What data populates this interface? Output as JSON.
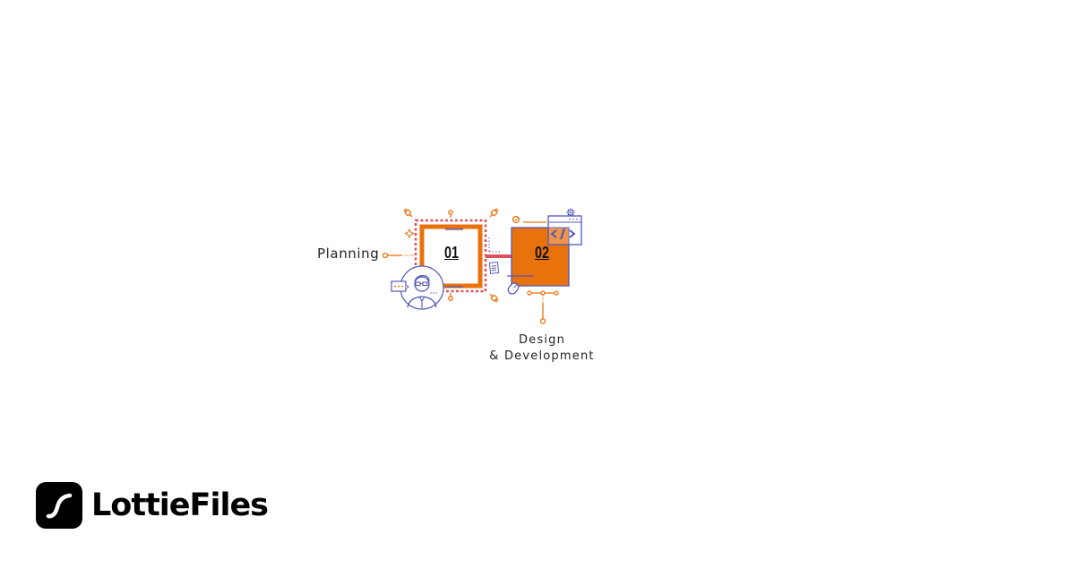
{
  "illustration": {
    "steps": [
      {
        "number": "01",
        "label": "Planning"
      },
      {
        "number": "02",
        "label_line1": "Design",
        "label_line2": "& Development"
      }
    ],
    "colors": {
      "orange": "#E8720C",
      "red_dashed": "#E0525A",
      "indigo": "#5257B8",
      "text": "#222222"
    }
  },
  "brand": {
    "name": "LottieFiles",
    "logo_color": "#000000"
  }
}
